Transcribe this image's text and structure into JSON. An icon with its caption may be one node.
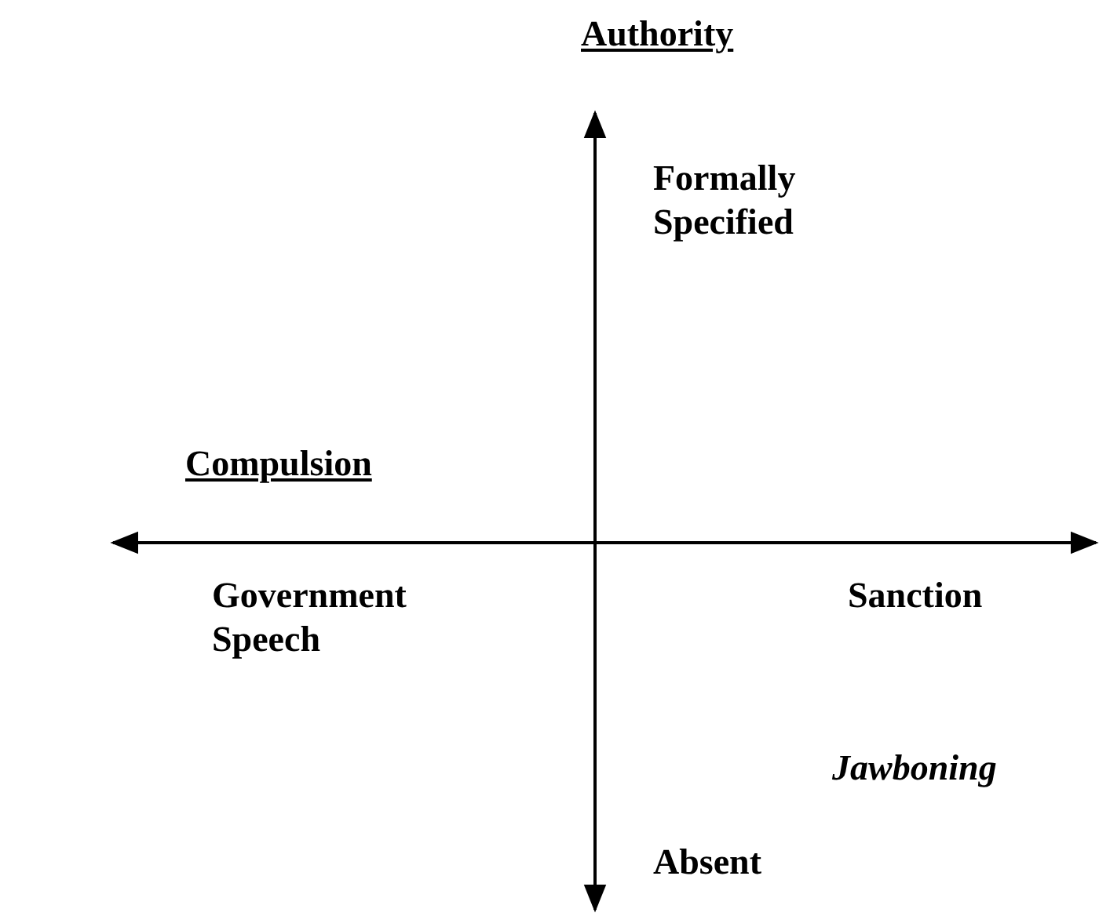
{
  "diagram": {
    "labels": [
      "Authority",
      "Formally Specified",
      "Compulsion",
      "Government Speech",
      "Sanction",
      "Jawboning",
      "Absent"
    ]
  }
}
